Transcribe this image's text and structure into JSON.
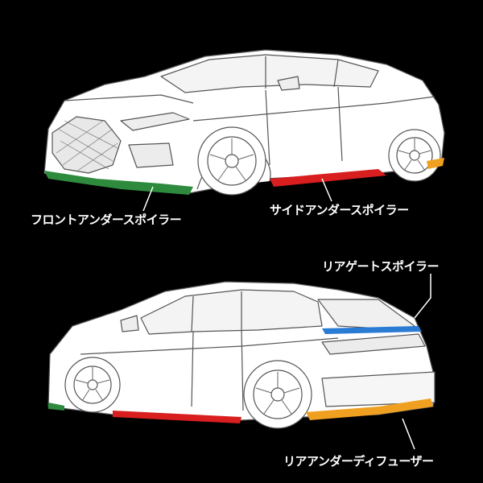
{
  "labels": {
    "front_under": "フロントアンダースポイラー",
    "side_under": "サイドアンダースポイラー",
    "rear_gate": "リアゲートスポイラー",
    "rear_under": "リアアンダーディフューザー"
  },
  "colors": {
    "background": "#000000",
    "car_body": "#ffffff",
    "line": "#555555",
    "front_under": "#2e8b3e",
    "side_under": "#d81e1e",
    "rear_gate": "#2a7bd4",
    "rear_under": "#f0a020"
  }
}
